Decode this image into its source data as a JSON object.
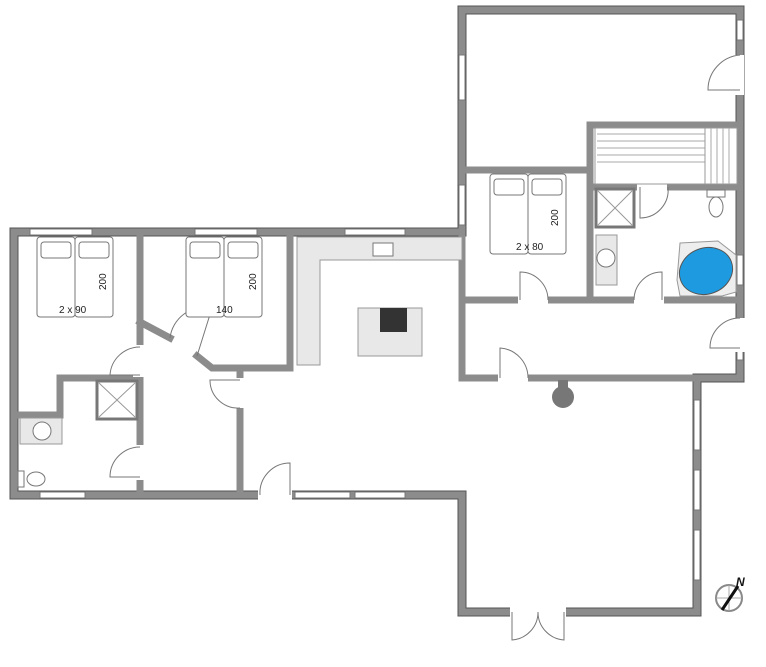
{
  "plan": {
    "bedroom1": {
      "bed_width": "2 x 90",
      "bed_length": "200"
    },
    "bedroom2": {
      "bed_width": "140",
      "bed_length": "200"
    },
    "bedroom3": {
      "bed_width": "2 x 80",
      "bed_length": "200"
    },
    "compass": {
      "label": "N"
    },
    "colors": {
      "wall": "#8c8c8c",
      "spa_water": "#1e9be0",
      "counter": "#e8e8e8"
    }
  }
}
